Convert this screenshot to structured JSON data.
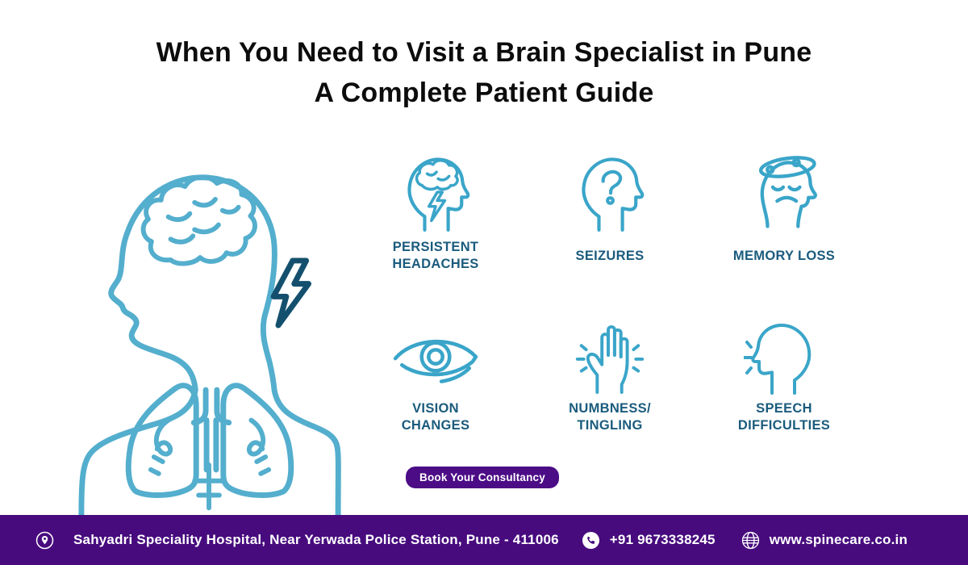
{
  "title": {
    "line1": "When You Need to Visit a Brain Specialist in Pune",
    "line2": "A Complete Patient Guide"
  },
  "symptoms": [
    {
      "label": "PERSISTENT\nHEADACHES",
      "icon": "headache-head-icon"
    },
    {
      "label": "SEIZURES",
      "icon": "seizure-head-question-icon"
    },
    {
      "label": "MEMORY LOSS",
      "icon": "memory-loss-dizzy-head-icon"
    },
    {
      "label": "VISION\nCHANGES",
      "icon": "eye-icon"
    },
    {
      "label": "NUMBNESS/\nTINGLING",
      "icon": "tingling-hand-icon"
    },
    {
      "label": "SPEECH\nDIFFICULTIES",
      "icon": "speech-head-icon"
    }
  ],
  "cta": {
    "label": "Book Your Consultancy"
  },
  "footer": {
    "address": "Sahyadri Speciality Hospital, Near Yerwada Police Station, Pune - 411006",
    "phone": "+91 9673338245",
    "website": "www.spinecare.co.in"
  },
  "colors": {
    "accent_purple": "#470b7e",
    "button_purple": "#4c0c86",
    "icon_blue": "#3aa5c9",
    "illustration_blue": "#54aecd",
    "label_teal": "#1a5b7d",
    "bolt_navy": "#14506e",
    "title_black": "#0c0c0c"
  }
}
